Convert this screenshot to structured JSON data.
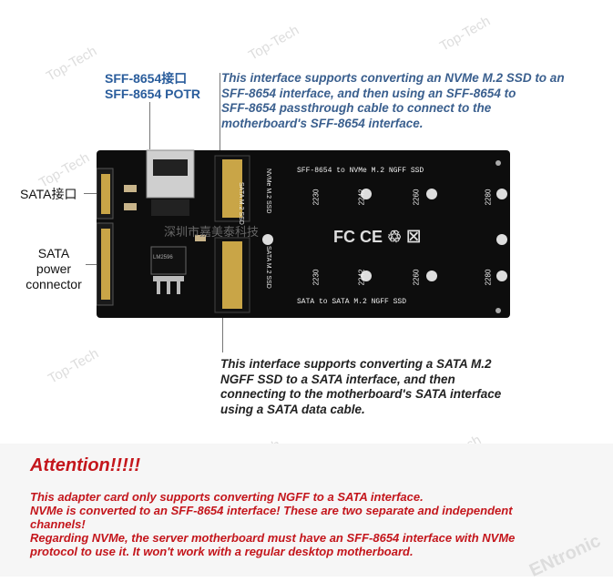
{
  "labels": {
    "sff_cn": "SFF-8654接口",
    "sff_en": "SFF-8654 POTR",
    "sata_cn": "SATA接口",
    "sata_power": [
      "SATA",
      "power",
      "connector"
    ]
  },
  "notes": {
    "top": [
      "This interface supports converting an NVMe M.2 SSD to an",
      "SFF-8654 interface, and then using an SFF-8654 to",
      "SFF-8654 passthrough cable to connect to the",
      "motherboard's SFF-8654 interface."
    ],
    "bottom": [
      "This interface supports converting a SATA M.2",
      "NGFF SSD to a SATA interface, and then",
      "connecting to the motherboard's SATA interface",
      "using a SATA data cable."
    ]
  },
  "board": {
    "top_slot": "SFF-8654 to NVMe M.2 NGFF SSD",
    "bottom_slot": "SATA to SATA M.2 NGFF SSD",
    "left_vert_top": "SATA M.2 SSD",
    "left_vert_bottom": "SATA M.2 SSD",
    "nvme_vert": "NVMe M.2 SSD",
    "sizes_top": [
      "2230",
      "2242",
      "2260",
      "2280"
    ],
    "sizes_bottom": [
      "2230",
      "2242",
      "2260",
      "2280"
    ],
    "marks": "FC CE ♲ ☒",
    "chip_text": "LM2596",
    "watermark_cn": "深圳市嘉美泰科技"
  },
  "watermark": "Top-Tech",
  "attention": {
    "title": "Attention!!!!!",
    "lines": [
      "This adapter card only supports converting NGFF to a SATA interface.",
      "NVMe is converted to an SFF-8654 interface! These are two separate and independent",
      "channels!",
      "Regarding NVMe, the server motherboard must have an SFF-8654 interface with NVMe",
      "protocol to use it. It won't work with a regular desktop motherboard."
    ]
  },
  "brand": "ENtronic",
  "colors": {
    "board": "#0d0d0d",
    "accent": "#c4161c",
    "blue": "#2a5d9c"
  }
}
